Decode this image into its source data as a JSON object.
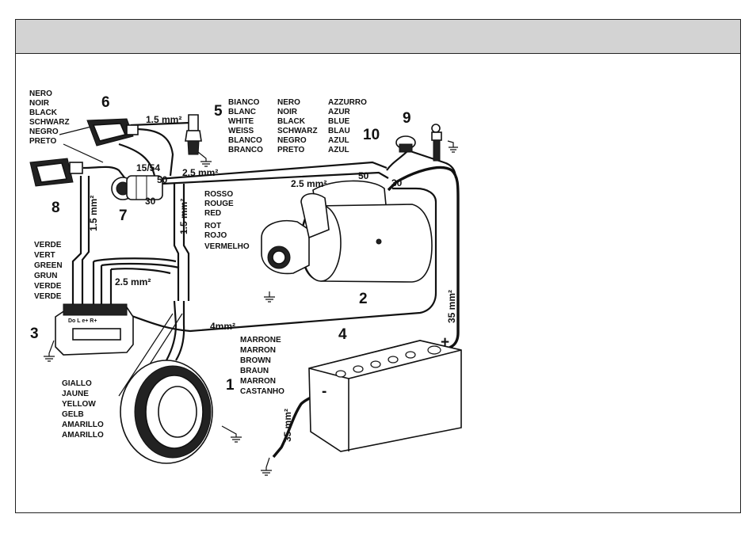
{
  "components": {
    "c1": "1",
    "c2": "2",
    "c3": "3",
    "c4": "4",
    "c5": "5",
    "c6": "6",
    "c7": "7",
    "c8": "8",
    "c9": "9",
    "c10": "10"
  },
  "terminals": {
    "t_15_54": "15/54",
    "t_50_key": "50",
    "t_30_key": "30",
    "t_50_starter": "50",
    "t_30_starter": "30",
    "plus": "+",
    "minus": "-"
  },
  "wire_sizes": {
    "w1": "1.5 mm²",
    "w2": "2.5 mm²",
    "w3": "2.5 mm²",
    "w4": "1.5 mm²",
    "w5": "1.5 mm²",
    "w6": "2.5 mm²",
    "w7": "4mm²",
    "w8": "35 mm²",
    "w9": "35 mm²"
  },
  "colour_labels": {
    "black_left": [
      "NERO",
      "NOIR",
      "BLACK",
      "SCHWARZ",
      "NEGRO",
      "PRETO"
    ],
    "white": [
      "BIANCO",
      "BLANC",
      "WHITE",
      "WEISS",
      "BLANCO",
      "BRANCO"
    ],
    "black_mid": [
      "NERO",
      "NOIR",
      "BLACK",
      "SCHWARZ",
      "NEGRO",
      "PRETO"
    ],
    "blue": [
      "AZZURRO",
      "AZUR",
      "BLUE",
      "BLAU",
      "AZUL",
      "AZUL"
    ],
    "red": [
      "ROSSO",
      "ROUGE",
      "RED",
      "ROT",
      "ROJO",
      "VERMELHO"
    ],
    "green": [
      "VERDE",
      "VERT",
      "GREEN",
      "GRUN",
      "VERDE",
      "VERDE"
    ],
    "brown": [
      "MARRONE",
      "MARRON",
      "BROWN",
      "BRAUN",
      "MARRON",
      "CASTANHO"
    ],
    "yellow": [
      "GIALLO",
      "JAUNE",
      "YELLOW",
      "GELB",
      "AMARILLO",
      "AMARILLO"
    ]
  },
  "regulator_marking": "Do L e+ R+"
}
